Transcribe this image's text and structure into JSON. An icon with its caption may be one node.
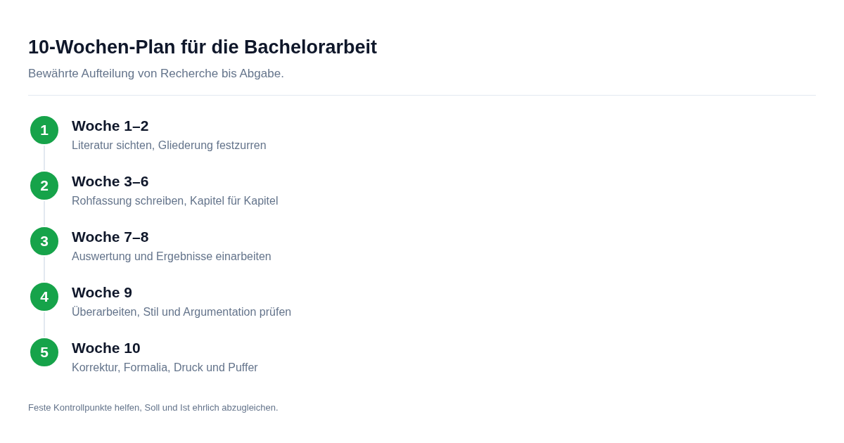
{
  "diagram": {
    "title": "10-Wochen-Plan für die Bachelorarbeit",
    "caption": "Feste Kontrollpunkte helfen, Soll und Ist ehrlich abzugleichen.",
    "nodes": [
      {
        "text": [
          "1"
        ],
        "beside": [
          "Woche 1–2",
          "Literatur sichten, Gliederung festzurren"
        ]
      },
      {
        "text": [
          "2"
        ],
        "beside": [
          "Woche 3–6",
          "Rohfassung schreiben, Kapitel für Kapitel"
        ]
      },
      {
        "text": [
          "3"
        ],
        "beside": [
          "Woche 7–8",
          "Auswertung und Ergebnisse einarbeiten"
        ]
      },
      {
        "text": [
          "4"
        ],
        "beside": [
          "Woche 9",
          "Überarbeiten, Stil und Argumentation prüfen"
        ]
      },
      {
        "text": [
          "5"
        ],
        "beside": [
          "Woche 10",
          "Korrektur, Formalia, Druck und Puffer"
        ]
      }
    ],
    "edges": [
      {
        "from": 0,
        "to": 1,
        "arrow": "none"
      },
      {
        "from": 1,
        "to": 2,
        "arrow": "none"
      },
      {
        "from": 2,
        "to": 3,
        "arrow": "none"
      },
      {
        "from": 3,
        "to": 4,
        "arrow": "none"
      }
    ],
    "labels": [
      "Bewährte Aufteilung von Recherche bis Abgabe."
    ]
  }
}
